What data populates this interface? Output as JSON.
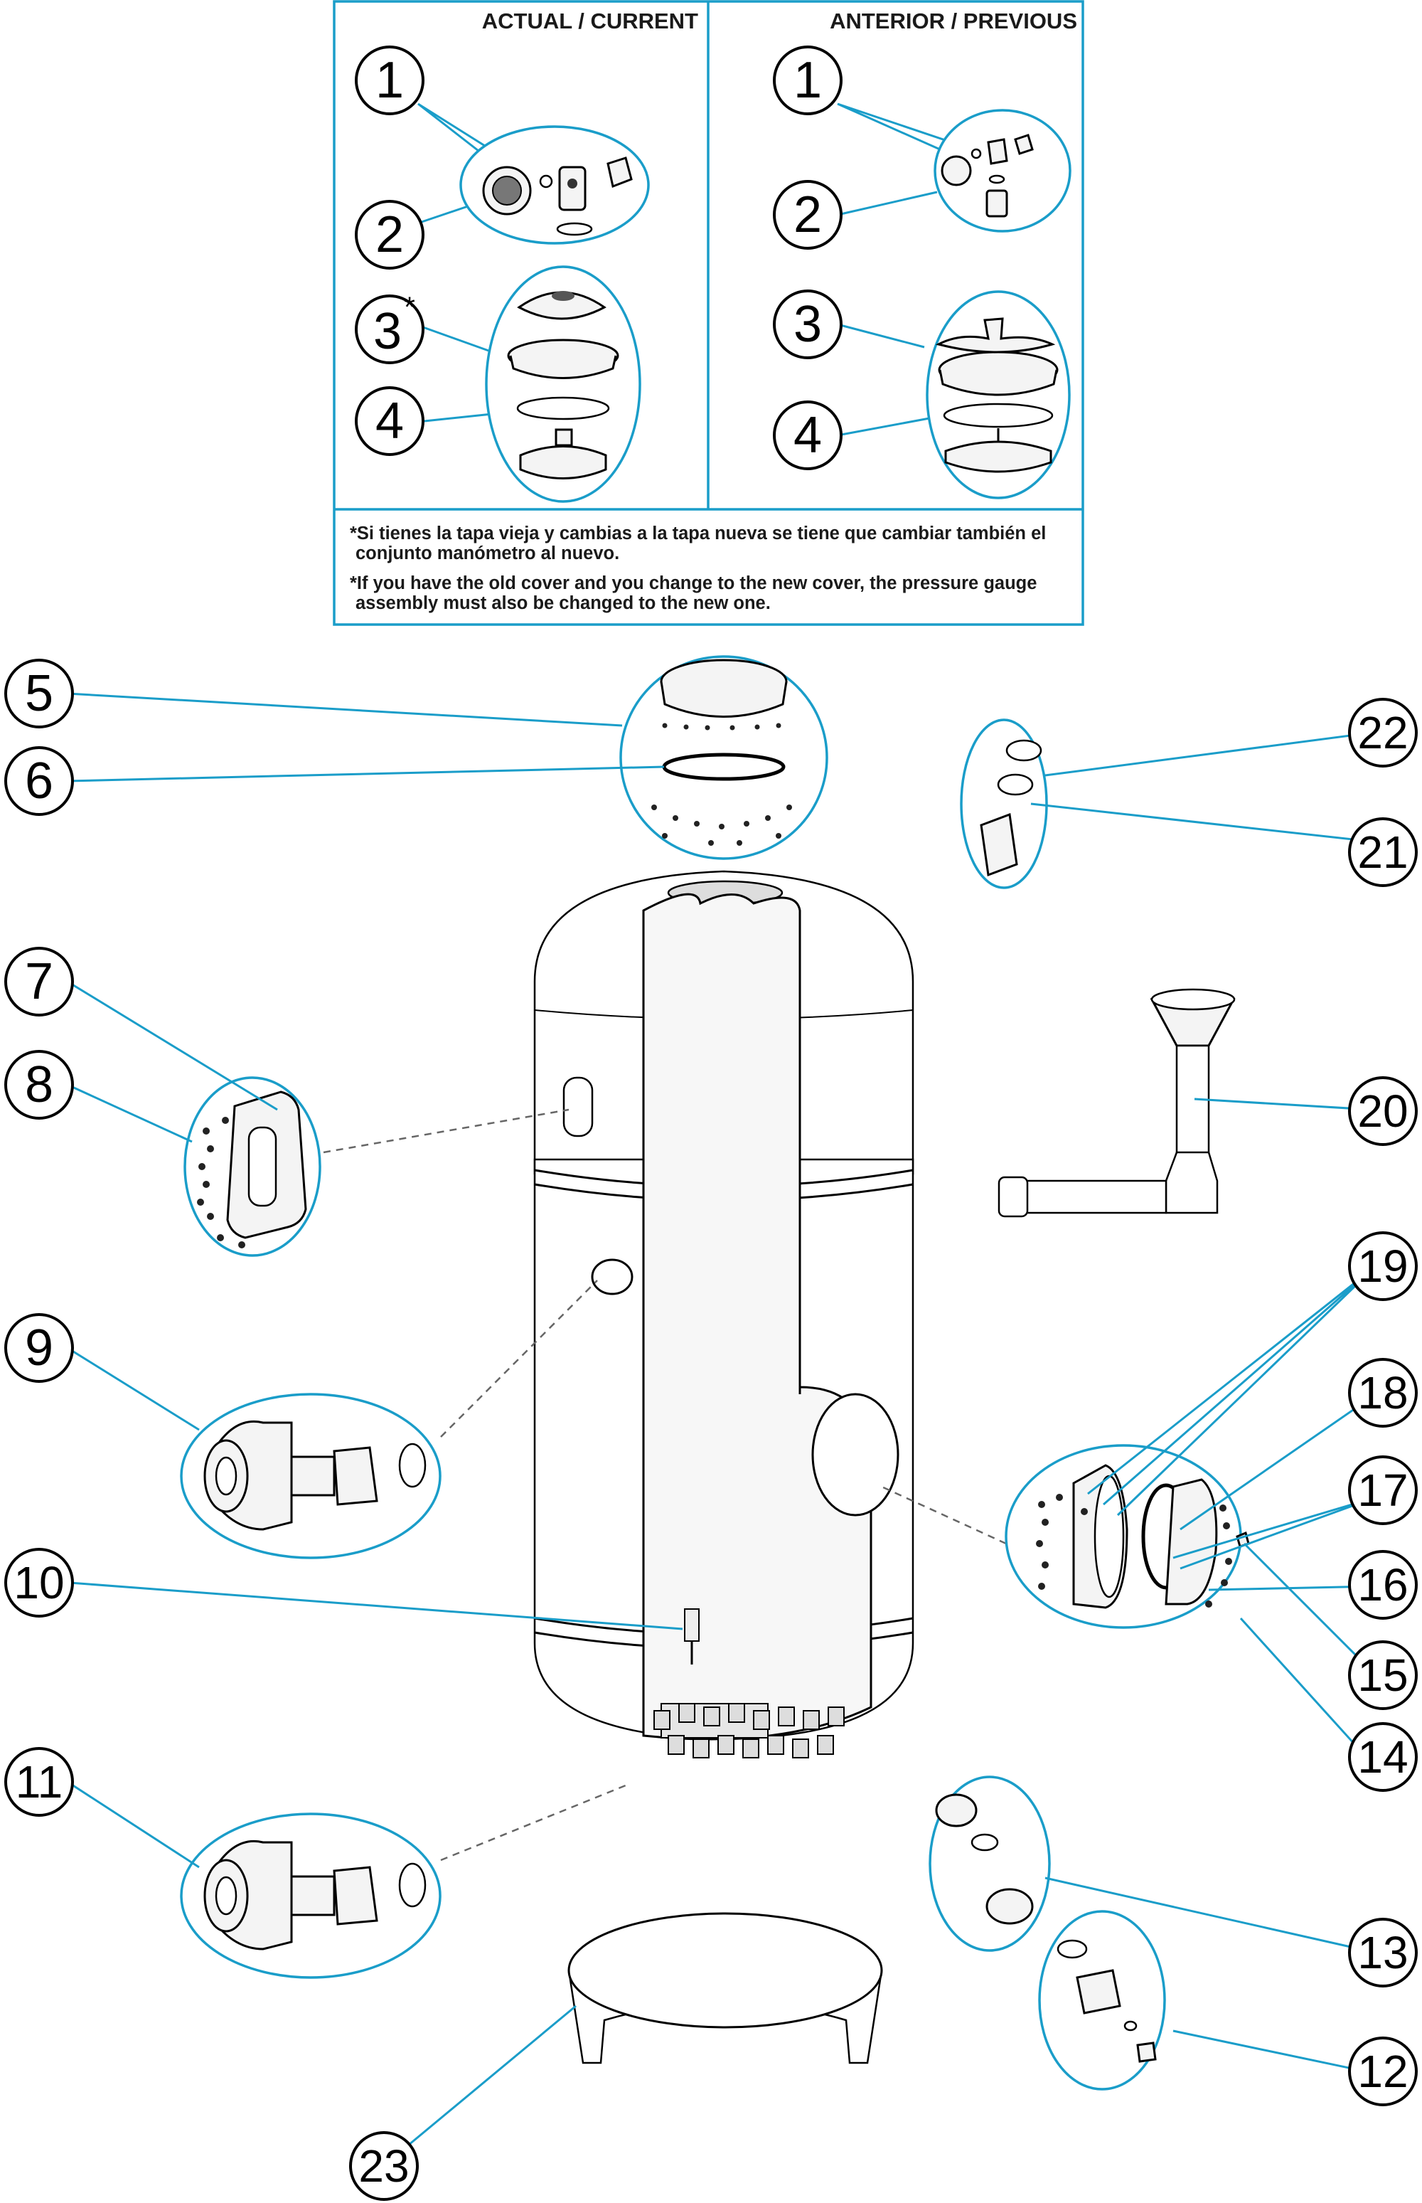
{
  "header": {
    "current_label": "ACTUAL / CURRENT",
    "previous_label": "ANTERIOR / PREVIOUS"
  },
  "note": {
    "es_line1": "*Si tienes la tapa vieja y cambias a la tapa nueva se tiene que cambiar también el",
    "es_line2": "conjunto manómetro al nuevo.",
    "en_line1": "*If you have the old cover and you change to the new cover, the pressure gauge",
    "en_line2": "assembly must also be changed to the new one."
  },
  "current_parts": {
    "p1": "1",
    "p2": "2",
    "p3": "3",
    "p3_mark": "*",
    "p4": "4"
  },
  "previous_parts": {
    "p1": "1",
    "p2": "2",
    "p3": "3",
    "p4": "4"
  },
  "callouts": {
    "c5": "5",
    "c6": "6",
    "c7": "7",
    "c8": "8",
    "c9": "9",
    "c10": "10",
    "c11": "11",
    "c12": "12",
    "c13": "13",
    "c14": "14",
    "c15": "15",
    "c16": "16",
    "c17": "17",
    "c18": "18",
    "c19": "19",
    "c20": "20",
    "c21": "21",
    "c22": "22",
    "c23": "23"
  },
  "colors": {
    "leader": "#1a9dc9",
    "outline": "#000000"
  }
}
